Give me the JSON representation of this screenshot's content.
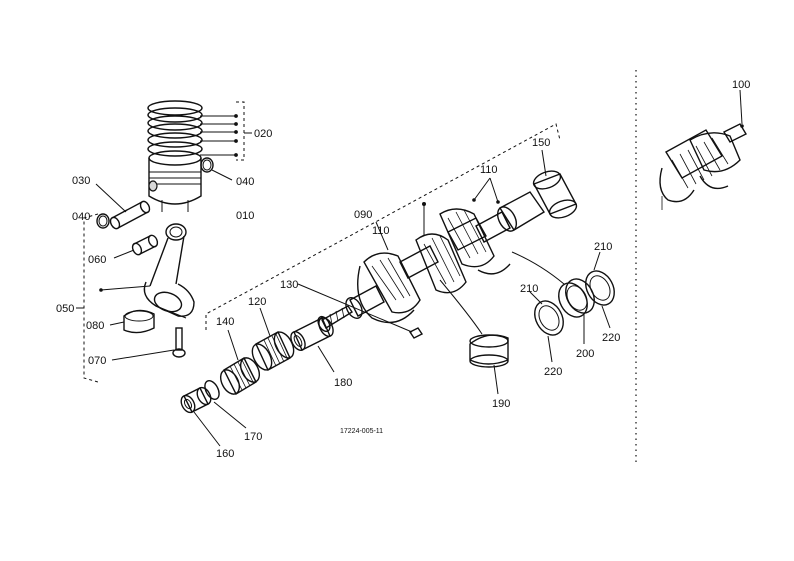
{
  "diagram": {
    "drawing_code": "17224-005-11",
    "callouts": {
      "p010": "010",
      "p020": "020",
      "p030": "030",
      "p040a": "040",
      "p040b": "040",
      "p050": "050",
      "p060": "060",
      "p070": "070",
      "p080": "080",
      "p090": "090",
      "p100": "100",
      "p110a": "110",
      "p110b": "110",
      "p120": "120",
      "p130": "130",
      "p140": "140",
      "p150": "150",
      "p160": "160",
      "p170": "170",
      "p180": "180",
      "p190": "190",
      "p200": "200",
      "p210a": "210",
      "p210b": "210",
      "p220a": "220",
      "p220b": "220"
    }
  }
}
